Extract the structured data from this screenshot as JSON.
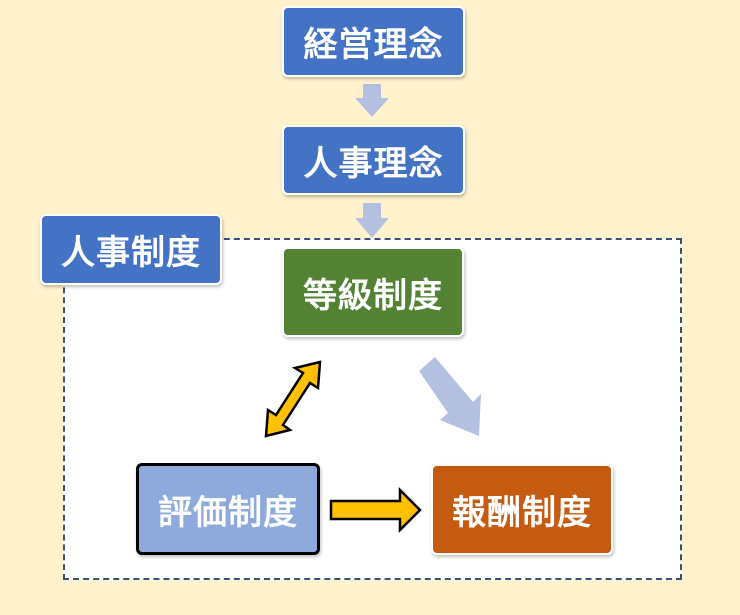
{
  "nodes": {
    "keiei_rinen": "経営理念",
    "jinji_rinen": "人事理念",
    "jinji_seido": "人事制度",
    "tokyu_seido": "等級制度",
    "hyoka_seido": "評価制度",
    "hoshu_seido": "報酬制度"
  },
  "colors": {
    "background": "#FFF2CC",
    "blue_box": "#4472C4",
    "green_box": "#548235",
    "light_blue_box": "#8EA9DB",
    "orange_box": "#C55A11",
    "arrow_light": "#B4C0E0",
    "arrow_gold": "#FFC000"
  }
}
